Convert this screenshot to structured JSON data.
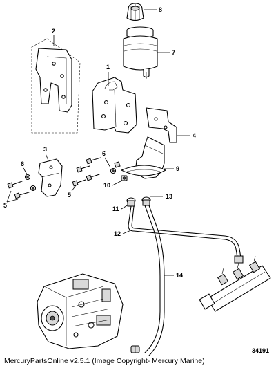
{
  "callouts": {
    "c1": "1",
    "c2": "2",
    "c3": "3",
    "c4": "4",
    "c5a": "5",
    "c5b": "5",
    "c6a": "6",
    "c6b": "6",
    "c7": "7",
    "c8": "8",
    "c9": "9",
    "c10": "10",
    "c11": "11",
    "c12": "12",
    "c13": "13",
    "c14": "14"
  },
  "figure_id": "34191",
  "footer_text": "MercuryPartsOnline v2.5.1 (Image Copyright- Mercury Marine)"
}
